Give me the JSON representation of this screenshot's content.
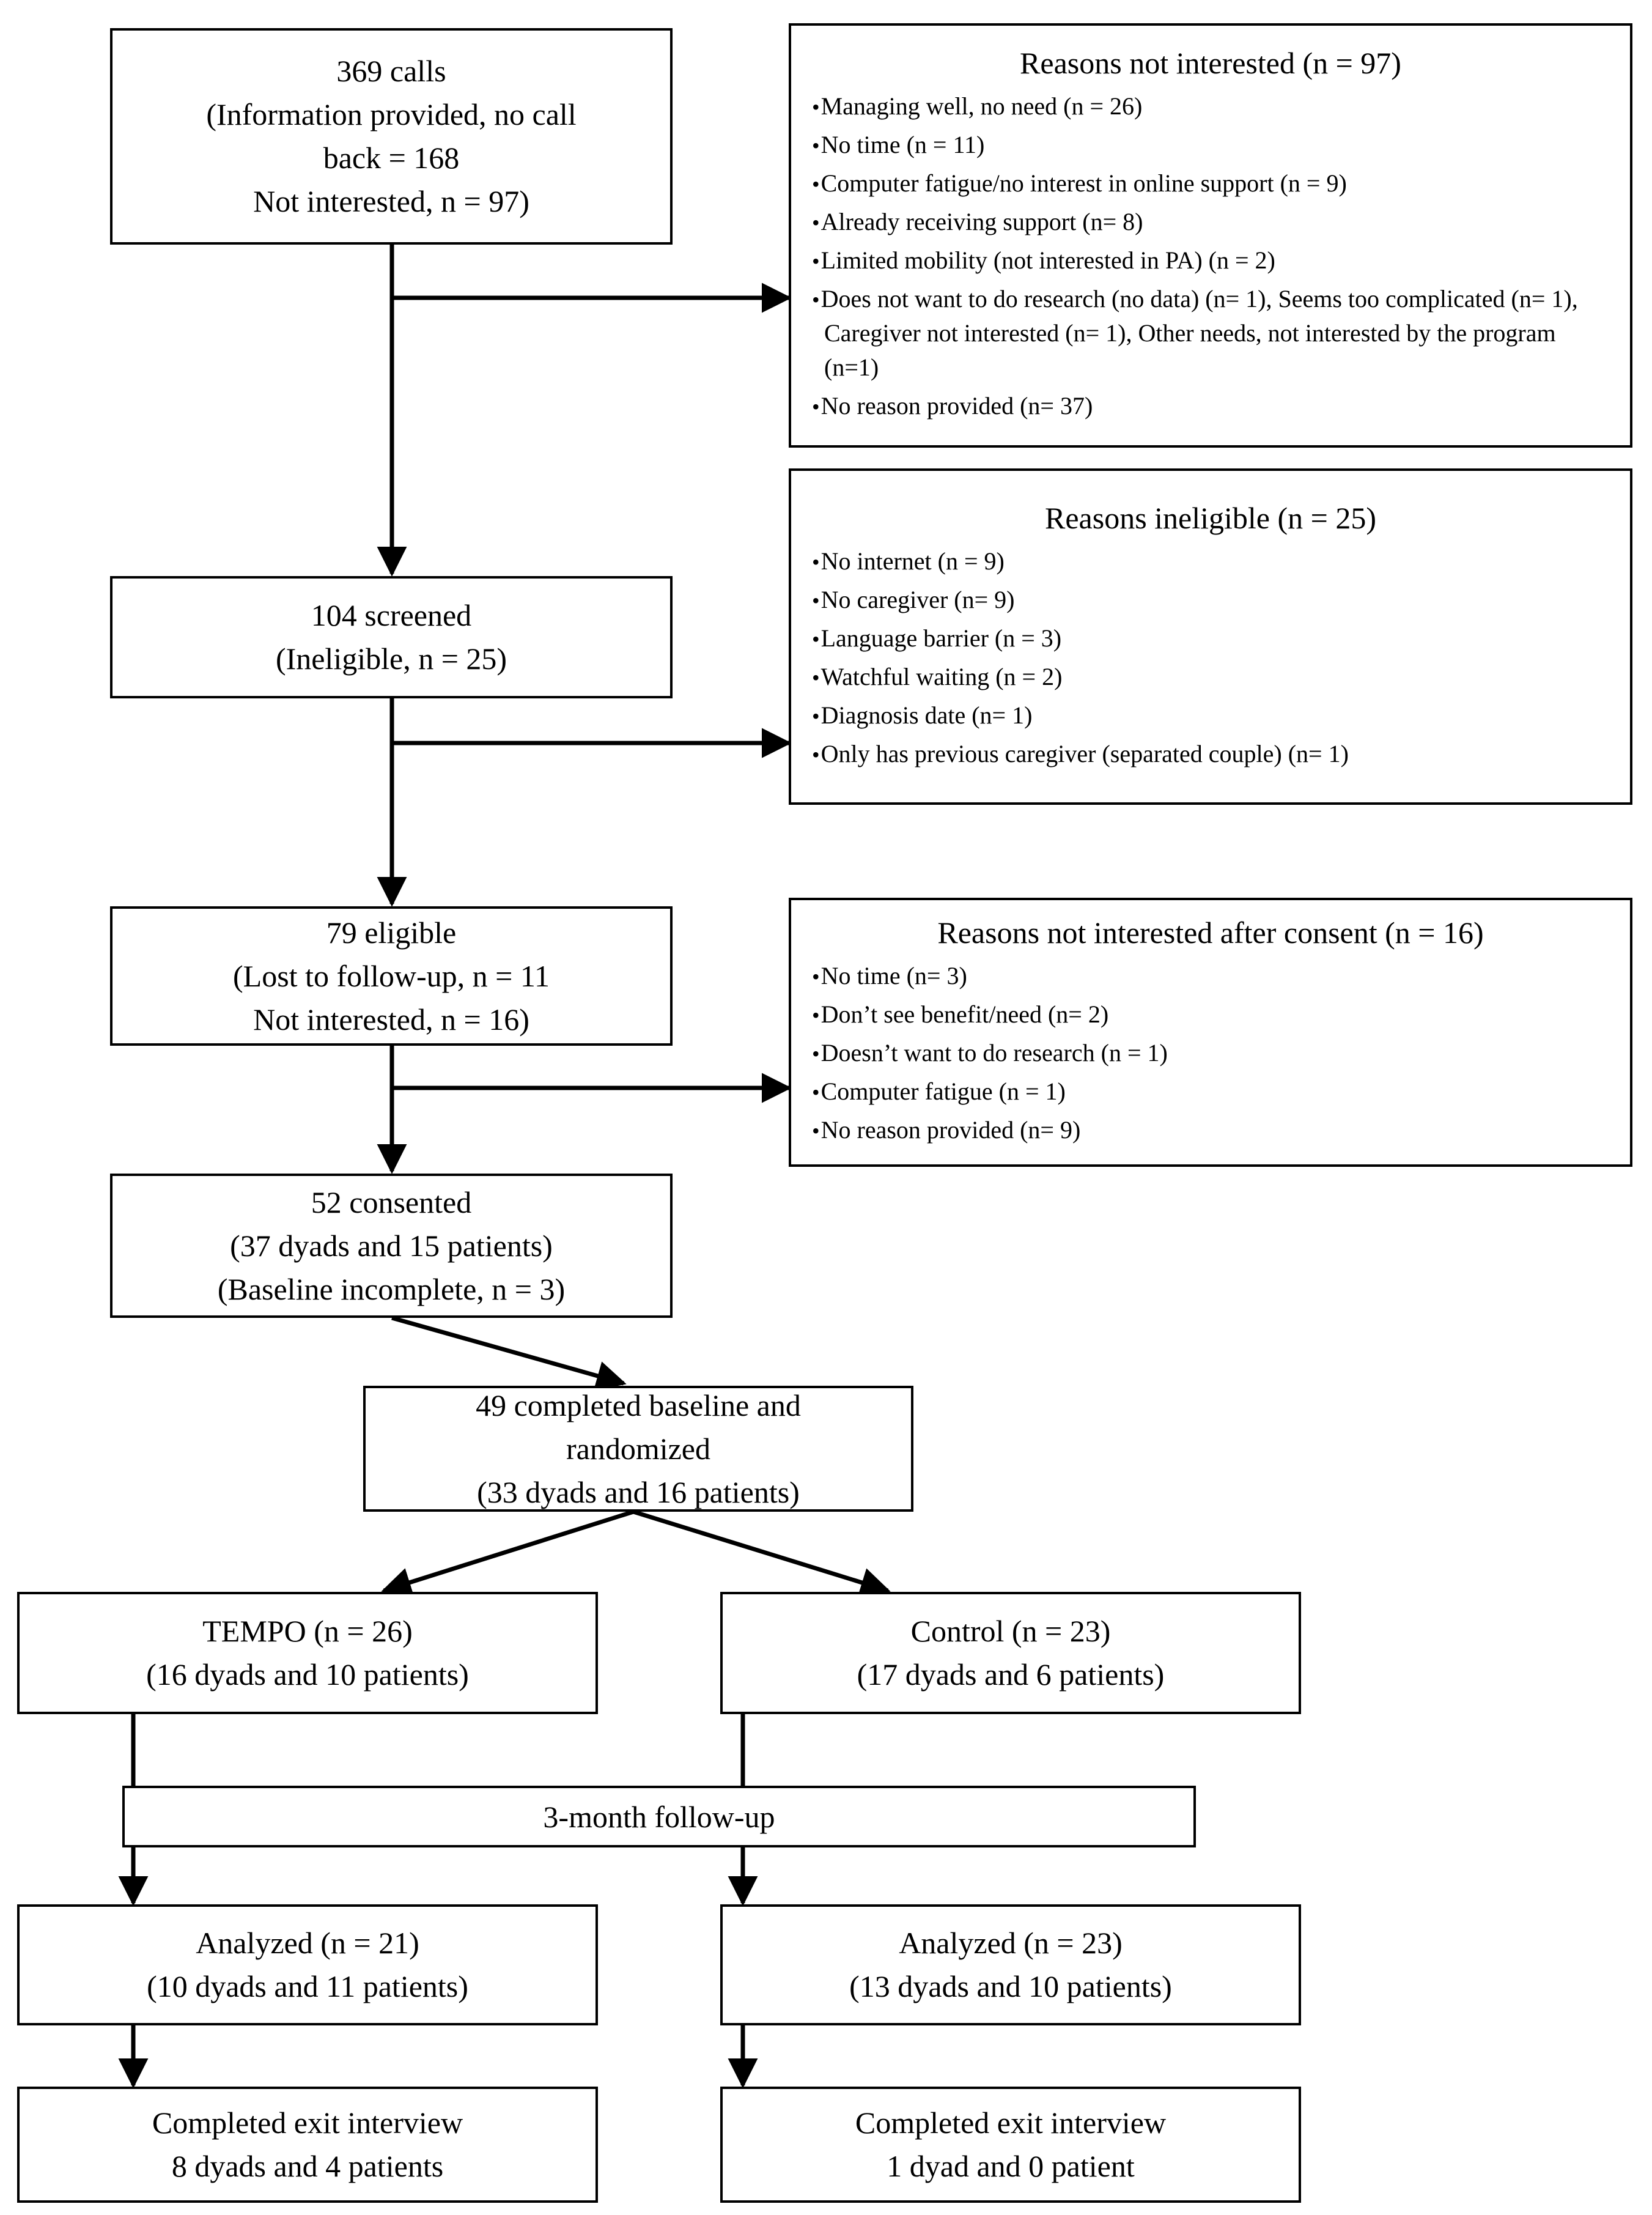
{
  "diagram": {
    "type": "consort-flow-diagram",
    "title": "CONSORT participant flow diagram",
    "line_color": "#000000",
    "background": "#ffffff"
  },
  "nodes": {
    "calls": {
      "lines": [
        "369 calls",
        "(Information provided, no call",
        "back = 168",
        "Not interested,  n = 97)"
      ]
    },
    "screened": {
      "lines": [
        "104 screened",
        "(Ineligible,  n = 25)"
      ]
    },
    "eligible": {
      "lines": [
        "79 eligible",
        "(Lost to follow-up,  n = 11",
        "Not interested,  n = 16)"
      ]
    },
    "consented": {
      "lines": [
        "52 consented",
        "(37 dyads and 15 patients)",
        "(Baseline incomplete,  n = 3)"
      ]
    },
    "randomized": {
      "lines": [
        "49 completed baseline and",
        "randomized",
        "(33 dyads and 16 patients)"
      ]
    },
    "tempo_arm": {
      "lines": [
        "TEMPO (n = 26)",
        "(16 dyads and 10 patients)"
      ]
    },
    "control_arm": {
      "lines": [
        "Control (n = 23)",
        "(17 dyads and 6 patients)"
      ]
    },
    "followup_bar": {
      "label": "3-month follow-up"
    },
    "tempo_analyzed": {
      "lines": [
        "Analyzed  (n = 21)",
        "(10 dyads and 11 patients)"
      ]
    },
    "control_analyzed": {
      "lines": [
        "Analyzed  (n = 23)",
        "(13 dyads and 10 patients)"
      ]
    },
    "tempo_exit": {
      "lines": [
        "Completed exit interview",
        "8 dyads and 4 patients"
      ]
    },
    "control_exit": {
      "lines": [
        "Completed exit interview",
        "1 dyad and 0 patient"
      ]
    }
  },
  "side_boxes": {
    "not_interested": {
      "title": "Reasons not interested  (n = 97)",
      "items": [
        "Managing well,  no need (n = 26)",
        "No time (n = 11)",
        "Computer fatigue/no interest in online support (n = 9)",
        "Already receiving  support (n= 8)",
        "Limited  mobility  (not interested in PA) (n = 2)",
        "Does not want to do research (no data) (n= 1),  Seems too complicated (n= 1), Caregiver  not interested (n= 1), Other needs, not interested by the program  (n=1)",
        "No reason provided (n= 37)"
      ]
    },
    "ineligible": {
      "title": "Reasons ineligible  (n = 25)",
      "items": [
        "No internet (n = 9)",
        "No caregiver (n= 9)",
        "Language barrier (n = 3)",
        "Watchful waiting (n = 2)",
        "Diagnosis date (n= 1)",
        "Only has previous caregiver (separated couple) (n= 1)"
      ]
    },
    "not_interested_after_consent": {
      "title": "Reasons not interested  after  consent  (n = 16)",
      "items": [
        "No time (n= 3)",
        "Don’t see benefit/need (n= 2)",
        "Doesn’t want to do research (n = 1)",
        "Computer fatigue (n = 1)",
        "No reason provided (n= 9)"
      ]
    }
  },
  "chart_data": {
    "type": "table",
    "title": "CONSORT flow — participant counts",
    "categories": [
      "Calls received",
      "Information provided, no call back",
      "Not interested at call",
      "Screened",
      "Ineligible",
      "Eligible",
      "Lost to follow-up",
      "Not interested after consent",
      "Consented",
      "Baseline incomplete",
      "Completed baseline and randomized",
      "TEMPO arm",
      "Control arm",
      "TEMPO analyzed",
      "Control analyzed"
    ],
    "values": [
      369,
      168,
      97,
      104,
      25,
      79,
      11,
      16,
      52,
      3,
      49,
      26,
      23,
      21,
      23
    ]
  }
}
